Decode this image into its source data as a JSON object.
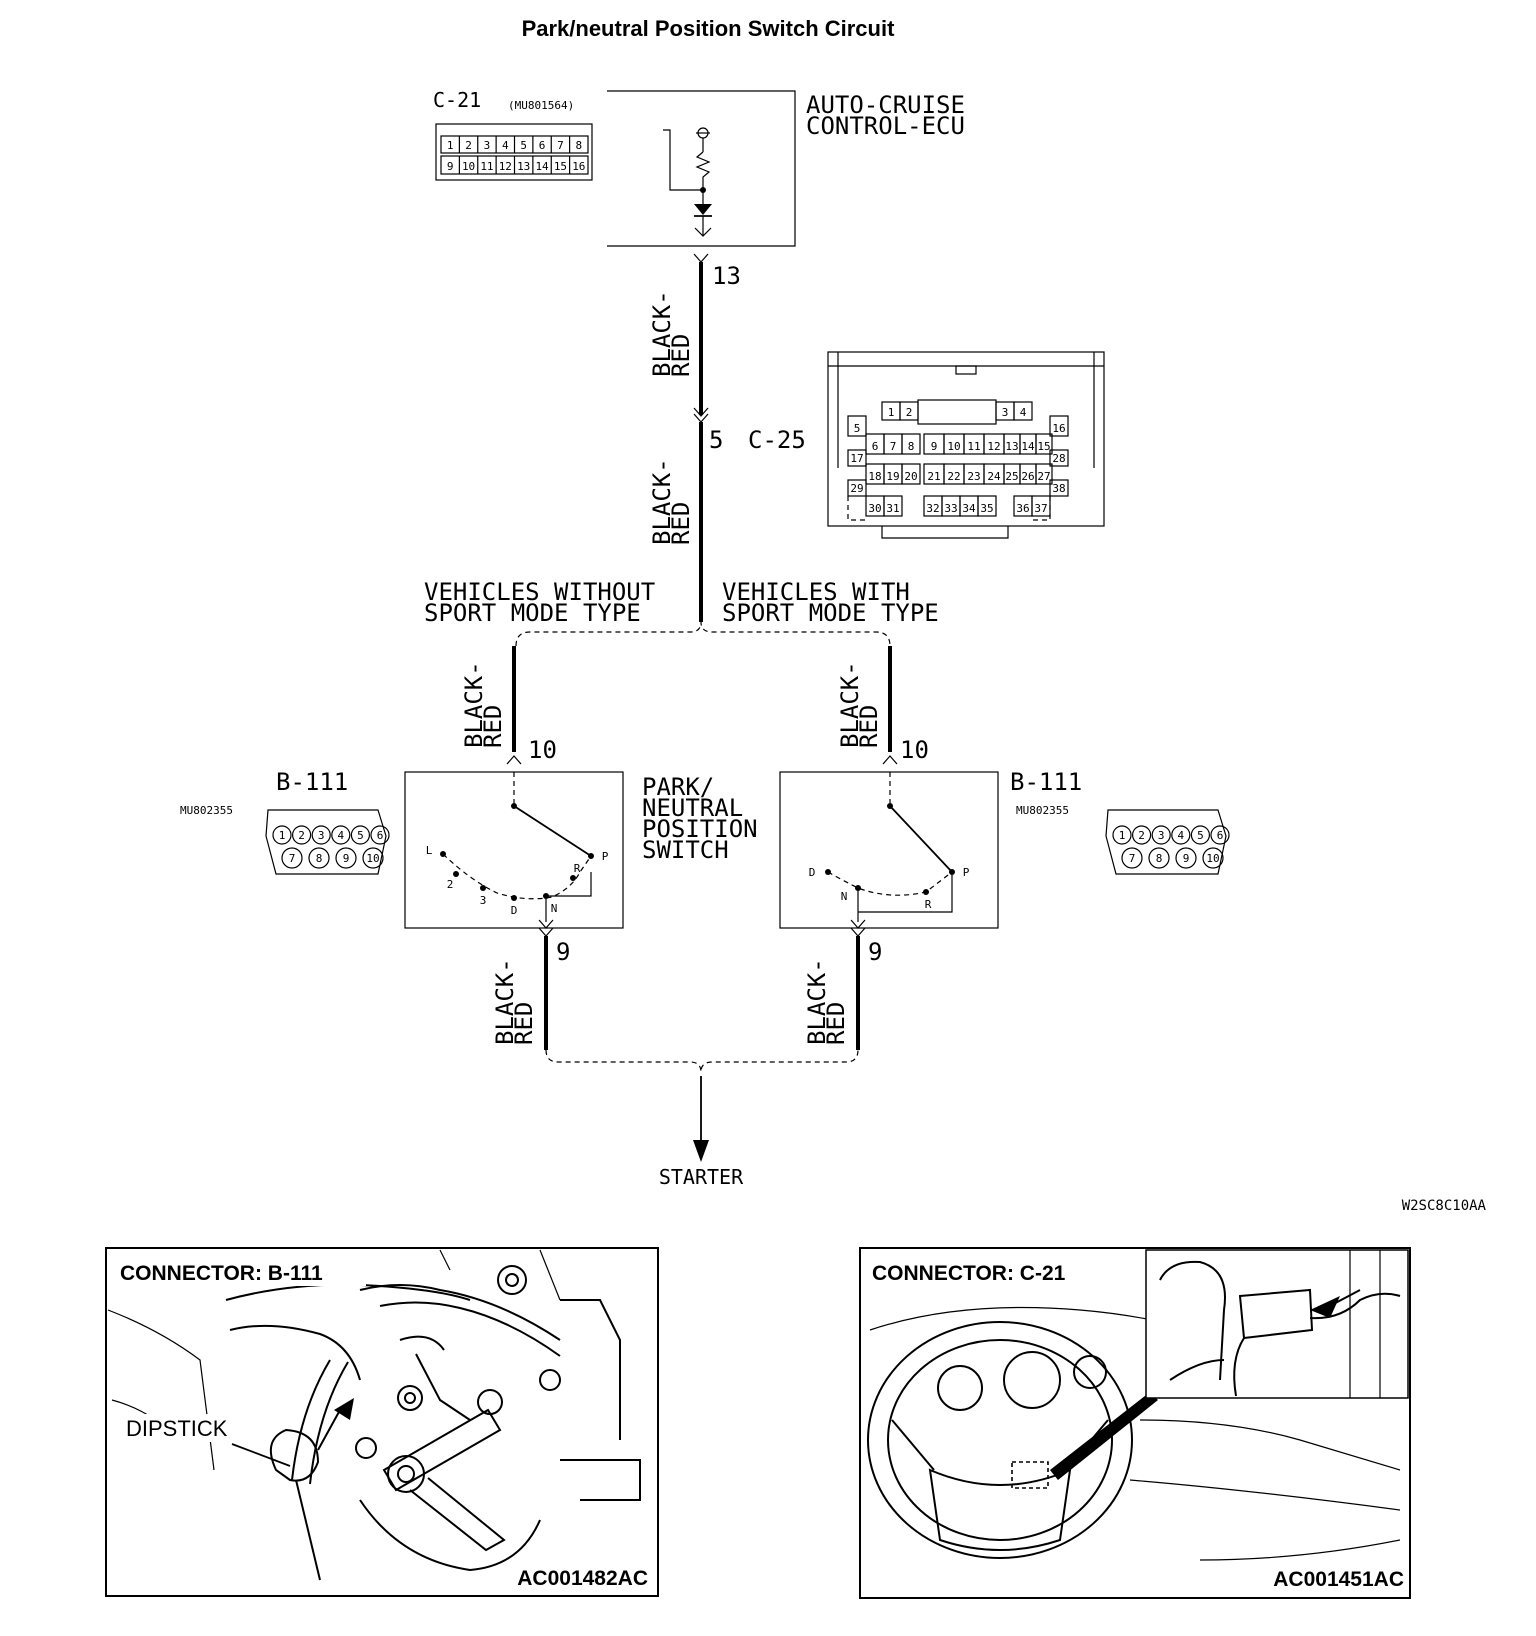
{
  "title": "Park/neutral Position Switch Circuit",
  "ecu": {
    "connector_id": "C-21",
    "part_number": "(MU801564)",
    "name_line1": "AUTO-CRUISE",
    "name_line2": "CONTROL-ECU",
    "pin_top_row": [
      "1",
      "2",
      "3",
      "4",
      "5",
      "6",
      "7",
      "8"
    ],
    "pin_bottom_row": [
      "9",
      "10",
      "11",
      "12",
      "13",
      "14",
      "15",
      "16"
    ],
    "output_pin": "13"
  },
  "wire_top": {
    "color_line1": "BLACK-",
    "color_line2": "RED"
  },
  "junction": {
    "pin": "5",
    "connector_id": "C-25",
    "pins_row1": [
      "1",
      "2",
      "3",
      "4"
    ],
    "pins_row2": [
      "5",
      "16"
    ],
    "pins_row3": [
      "6",
      "7",
      "8",
      "9",
      "10",
      "11",
      "12",
      "13",
      "14",
      "15"
    ],
    "pins_row4": [
      "17",
      "28"
    ],
    "pins_row5": [
      "18",
      "19",
      "20",
      "21",
      "22",
      "23",
      "24",
      "25",
      "26",
      "27"
    ],
    "pins_row6": [
      "29",
      "38"
    ],
    "pins_row7": [
      "30",
      "31",
      "32",
      "33",
      "34",
      "35",
      "36",
      "37"
    ]
  },
  "wire_mid": {
    "color_line1": "BLACK-",
    "color_line2": "RED"
  },
  "branches": {
    "left_line1": "VEHICLES WITHOUT",
    "left_line2": "SPORT MODE TYPE",
    "right_line1": "VEHICLES WITH",
    "right_line2": "SPORT MODE TYPE"
  },
  "switch_left": {
    "wire_line1": "BLACK-",
    "wire_line2": "RED",
    "pin_in": "10",
    "pin_out": "9",
    "positions": [
      "L",
      "2",
      "3",
      "D",
      "N",
      "R",
      "P"
    ],
    "out_wire_line1": "BLACK-",
    "out_wire_line2": "RED"
  },
  "switch_right": {
    "wire_line1": "BLACK-",
    "wire_line2": "RED",
    "pin_in": "10",
    "pin_out": "9",
    "positions": [
      "D",
      "N",
      "R",
      "P"
    ],
    "out_wire_line1": "BLACK-",
    "out_wire_line2": "RED"
  },
  "switch_name": [
    "PARK/",
    "NEUTRAL",
    "POSITION",
    "SWITCH"
  ],
  "b111_left": {
    "connector_id": "B-111",
    "part_number": "MU802355",
    "pins_top": [
      "1",
      "2",
      "3",
      "4",
      "5",
      "6"
    ],
    "pins_bottom": [
      "7",
      "8",
      "9",
      "10"
    ]
  },
  "b111_right": {
    "connector_id": "B-111",
    "part_number": "MU802355",
    "pins_top": [
      "1",
      "2",
      "3",
      "4",
      "5",
      "6"
    ],
    "pins_bottom": [
      "7",
      "8",
      "9",
      "10"
    ]
  },
  "starter": "STARTER",
  "figure_code": "W2SC8C10AA",
  "photo_left": {
    "caption": "CONNECTOR: B-111",
    "part_label": "DIPSTICK",
    "code": "AC001482AC"
  },
  "photo_right": {
    "caption": "CONNECTOR: C-21",
    "code": "AC001451AC"
  }
}
